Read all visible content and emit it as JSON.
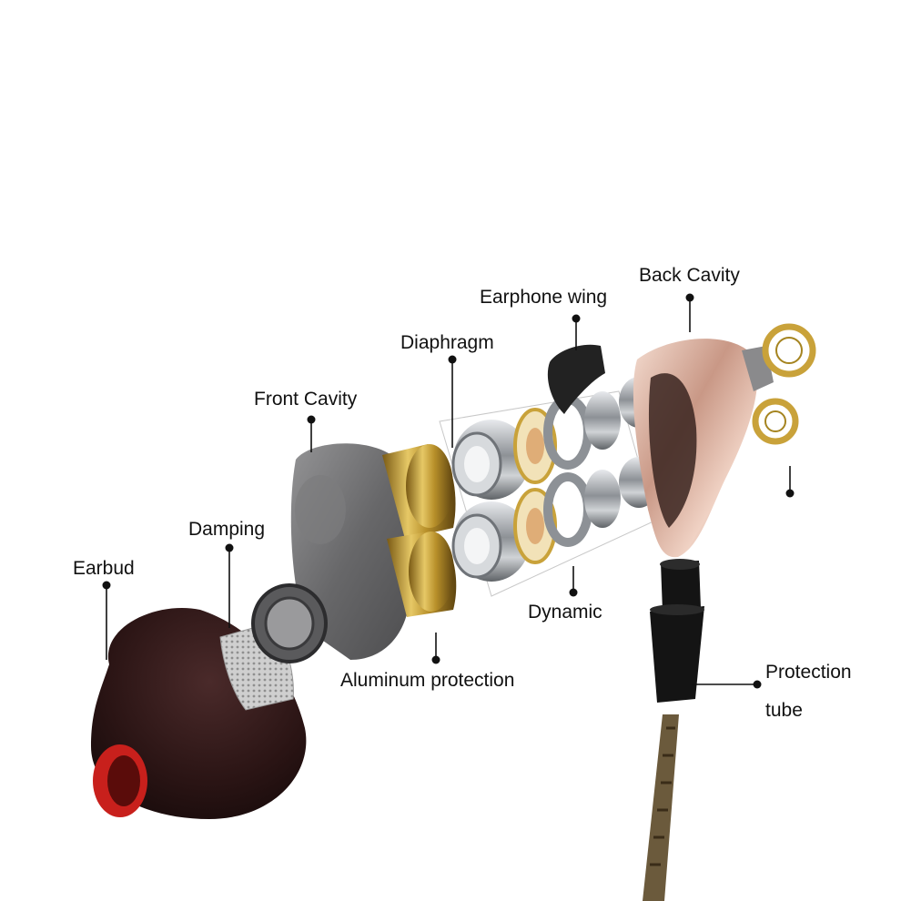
{
  "labels": {
    "earbud": "Earbud",
    "damping": "Damping",
    "front_cavity": "Front Cavity",
    "diaphragm": "Diaphragm",
    "earphone_wing": "Earphone wing",
    "back_cavity": "Back Cavity",
    "dynamic": "Dynamic",
    "aluminum_protection": "Aluminum protection",
    "protection_tube_line1": "Protection",
    "protection_tube_line2": "tube"
  },
  "colors": {
    "earbud": "#2a1414",
    "earbud_inner": "#c8201c",
    "mesh": "#d7d7d7",
    "front_cavity": "#6e6e70",
    "gold": "#c9a23a",
    "chrome": "#b9bcc0",
    "rose_gold": "#d9b4a4",
    "wing": "#222222",
    "tube": "#141414",
    "cable": "#6b5a3c"
  }
}
